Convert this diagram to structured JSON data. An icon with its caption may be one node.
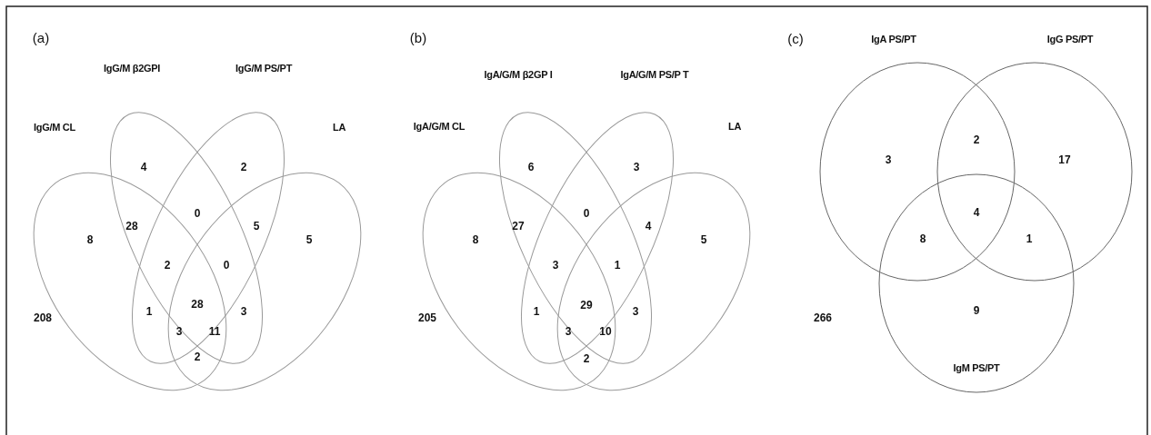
{
  "diagram": {
    "labels": [
      "(a)",
      "IgG/M β2GPI",
      "IgG/M PS/PT",
      "IgG/M CL",
      "LA",
      "4",
      "2",
      "0",
      "28",
      "5",
      "8",
      "5",
      "2",
      "0",
      "28",
      "1",
      "3",
      "208",
      "3",
      "11",
      "2",
      "(b)",
      "IgA/G/M β2GP I",
      "IgA/G/M PS/P T",
      "IgA/G/M CL",
      "LA",
      "6",
      "3",
      "0",
      "27",
      "4",
      "8",
      "5",
      "3",
      "1",
      "29",
      "1",
      "3",
      "205",
      "3",
      "10",
      "2",
      "(c)",
      "IgA PS/PT",
      "IgG PS/PT",
      "3",
      "2",
      "17",
      "4",
      "8",
      "1",
      "266",
      "9",
      "IgM PS/PT"
    ]
  }
}
